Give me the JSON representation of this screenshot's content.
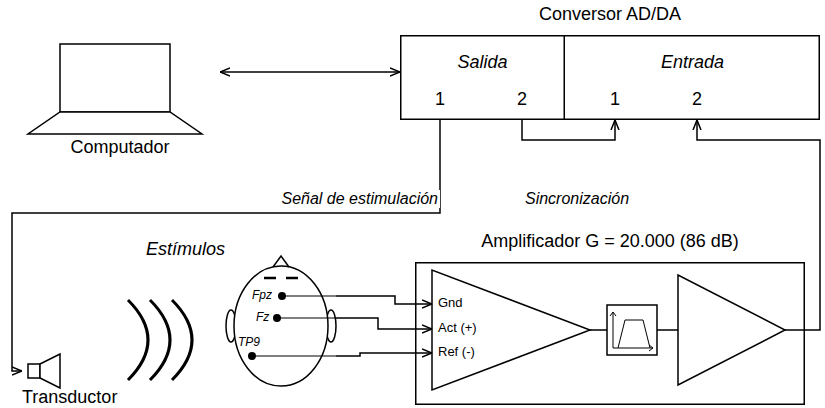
{
  "diagram": {
    "nodes": [
      {
        "text": [
          "Computador"
        ]
      },
      {
        "text": [
          "Conversor AD/DA"
        ]
      },
      {
        "text": [
          "Salida"
        ],
        "in": 1
      },
      {
        "text": [
          "Entrada"
        ],
        "in": 1
      },
      {
        "text": [
          "Transductor"
        ]
      },
      {
        "text": [
          "Fpz",
          "Fz",
          "TP9"
        ]
      },
      {
        "text": [
          "Amplificador G = 20.000 (86 dB)"
        ]
      },
      {
        "text": [
          "Gnd",
          "Act (+)",
          "Ref (-)"
        ],
        "in": 6
      }
    ],
    "edges": [
      {
        "from": 0,
        "to": 1,
        "arrow": "both"
      },
      {
        "from": 2,
        "to": 4,
        "label": "Señal de estimulación",
        "arrow": "to"
      },
      {
        "from": 2,
        "to": 3,
        "label": "Sincronización",
        "arrow": "to"
      },
      {
        "from": 5,
        "to": 7,
        "arrow": "to"
      },
      {
        "from": 5,
        "to": 7,
        "arrow": "to"
      },
      {
        "from": 5,
        "to": 7,
        "arrow": "to"
      },
      {
        "from": 6,
        "to": 3,
        "arrow": "to"
      }
    ],
    "labels": [
      "1",
      "2",
      "1",
      "2",
      "Estímulos"
    ]
  }
}
